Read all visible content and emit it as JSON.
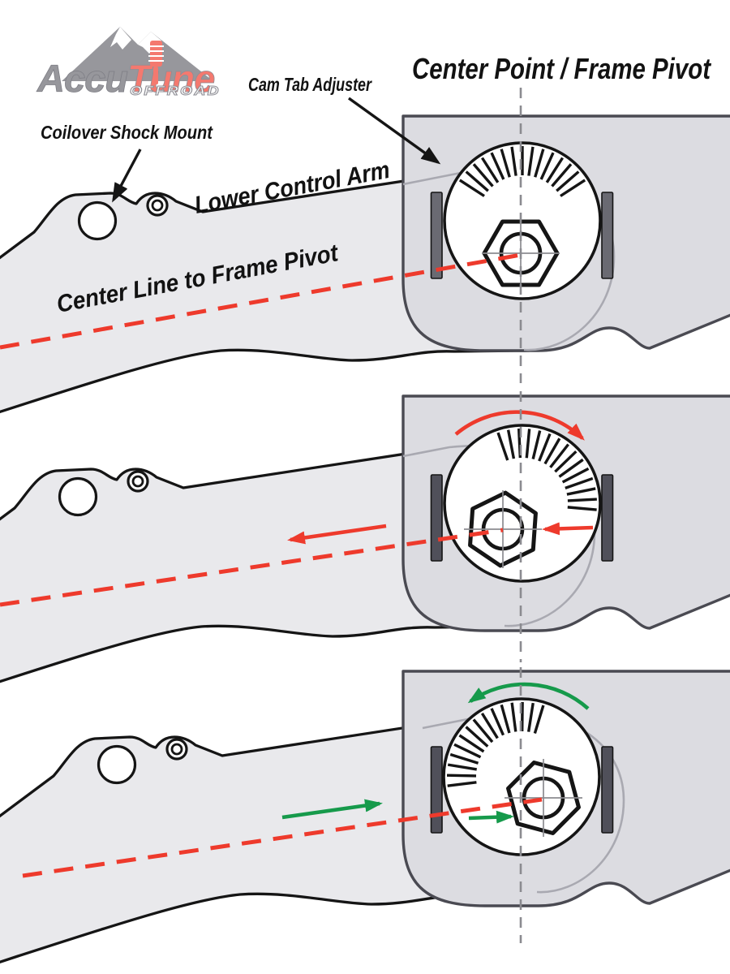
{
  "logo": {
    "accu": "Accu",
    "tune": "Tune",
    "offroad": "OFFROAD"
  },
  "labels": {
    "title": "Center Point / Frame Pivot",
    "cam_tab_adjuster": "Cam Tab Adjuster",
    "coilover_shock_mount": "Coilover Shock Mount",
    "lower_control_arm": "Lower Control Arm",
    "center_line": "Center Line to Frame Pivot"
  },
  "colors": {
    "ink": "#151515",
    "red": "#ee3a2c",
    "green": "#169a4b",
    "arm_fill": "#e9e9ec",
    "frame_fill": "#dcdce1",
    "frame_stroke": "#4a4a52",
    "ghost": "#a9a9b1",
    "tab_fill": "#50505a",
    "tab_fill_light": "#6a6a72",
    "dash_gray": "#8b8b90",
    "logo_gray": "#97979c",
    "logo_red": "#f4796f"
  },
  "panels": [
    {
      "position": "top",
      "cam_rotation": "neutral",
      "arm_movement": "none",
      "arrow_color": "none"
    },
    {
      "position": "middle",
      "cam_rotation": "clockwise",
      "arm_movement": "left",
      "arrow_color": "#ee3a2c"
    },
    {
      "position": "bottom",
      "cam_rotation": "counter-clockwise",
      "arm_movement": "right",
      "arrow_color": "#169a4b"
    }
  ]
}
